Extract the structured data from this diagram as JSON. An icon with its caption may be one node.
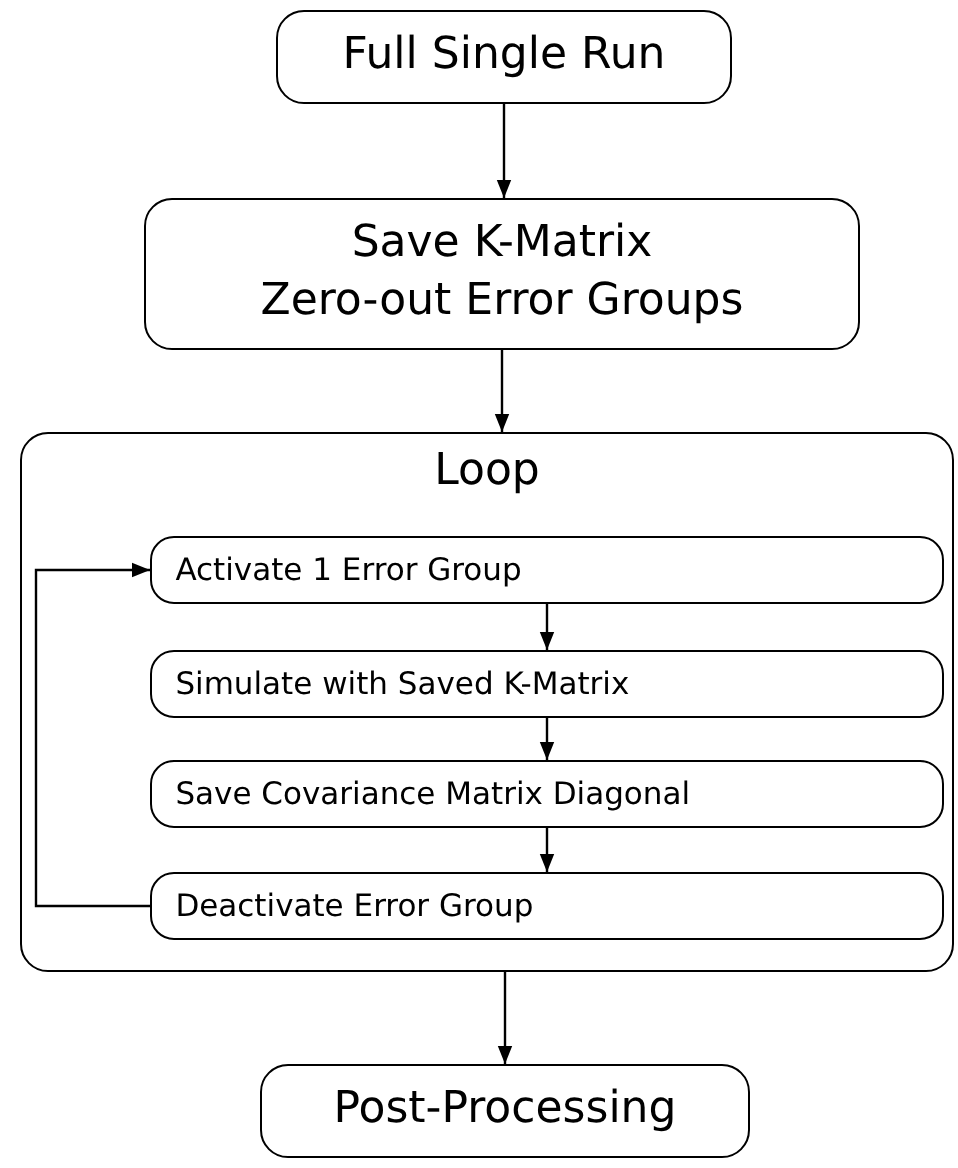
{
  "diagram": {
    "nodes": [
      {
        "text": [
          "Full Single Run"
        ]
      },
      {
        "text": [
          "Save K-Matrix",
          "Zero-out Error Groups"
        ]
      },
      {
        "text": [
          "Loop"
        ]
      },
      {
        "text": [
          "Activate 1 Error Group"
        ],
        "in": 2
      },
      {
        "text": [
          "Simulate with Saved K-Matrix"
        ],
        "in": 2
      },
      {
        "text": [
          "Save Covariance Matrix Diagonal"
        ],
        "in": 2
      },
      {
        "text": [
          "Deactivate Error Group"
        ],
        "in": 2
      },
      {
        "text": [
          "Post-Processing"
        ]
      }
    ],
    "edges": [
      {
        "from": 0,
        "to": 1,
        "arrow": "to"
      },
      {
        "from": 1,
        "to": 2,
        "arrow": "to"
      },
      {
        "from": 3,
        "to": 4,
        "arrow": "to"
      },
      {
        "from": 4,
        "to": 5,
        "arrow": "to"
      },
      {
        "from": 5,
        "to": 6,
        "arrow": "to"
      },
      {
        "from": 6,
        "to": 3,
        "arrow": "to"
      },
      {
        "from": 2,
        "to": 7,
        "arrow": "to"
      }
    ]
  }
}
